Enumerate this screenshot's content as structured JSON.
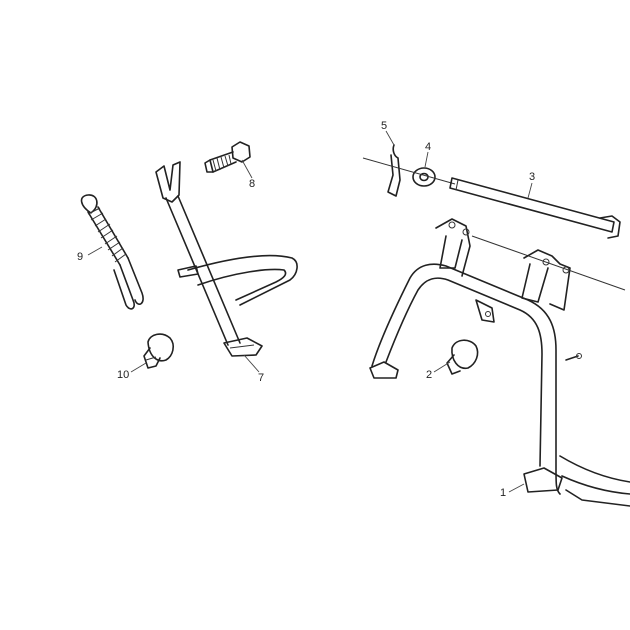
{
  "callouts": [
    {
      "id": "1",
      "label": "1"
    },
    {
      "id": "2",
      "label": "2"
    },
    {
      "id": "3",
      "label": "3"
    },
    {
      "id": "4",
      "label": "4"
    },
    {
      "id": "5",
      "label": "5"
    },
    {
      "id": "7",
      "label": "7"
    },
    {
      "id": "8",
      "label": "8"
    },
    {
      "id": "9",
      "label": "9"
    },
    {
      "id": "10",
      "label": "10"
    }
  ]
}
